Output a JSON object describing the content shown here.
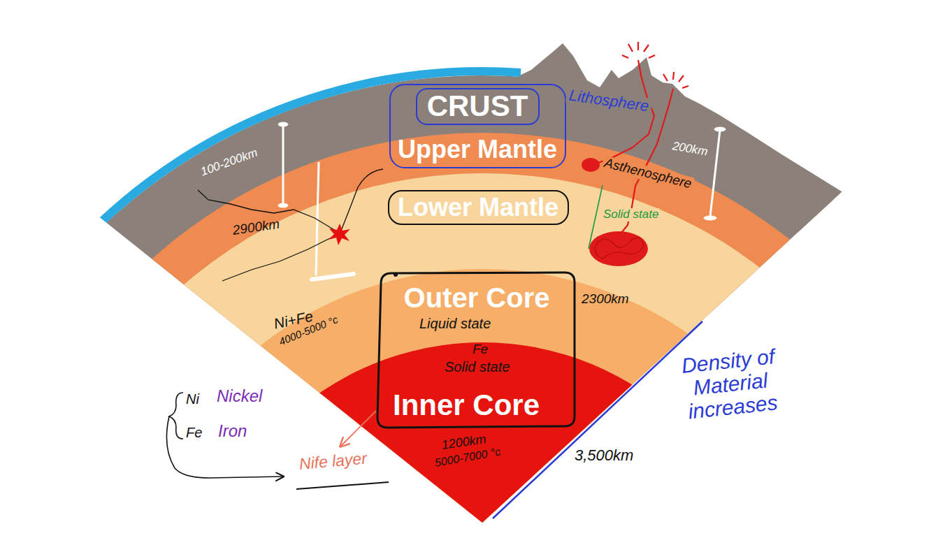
{
  "diagram": {
    "nodes": [
      {
        "text": [
          "Lithosphere"
        ]
      },
      {
        "text": [
          "CRUST"
        ],
        "in": 0
      },
      {
        "text": [
          "Upper Mantle"
        ],
        "in": 0
      },
      {
        "text": [
          "Lower Mantle"
        ]
      },
      {
        "text": [
          "Outer Core"
        ]
      },
      {
        "text": [
          "Inner Core"
        ]
      }
    ],
    "labels": [
      "100-200km",
      "2900km",
      "200km",
      "Asthenosphere",
      "Solid state",
      "Ni+Fe",
      "4000-5000 °c",
      "Liquid state",
      "Fe",
      "Solid state",
      "2300km",
      "1200km",
      "5000-7000 °c",
      "3,500km",
      "Density of Material increases",
      "Ni",
      "Nickel",
      "Fe",
      "Iron",
      "Nife layer"
    ]
  }
}
